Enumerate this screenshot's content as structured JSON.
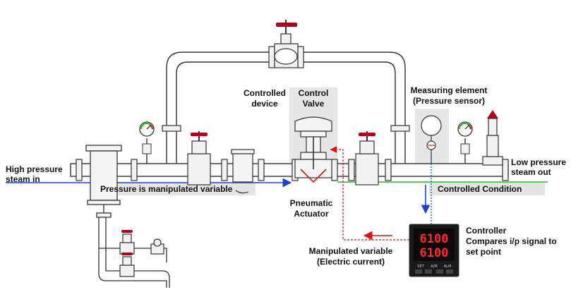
{
  "labels": {
    "high_pressure_in": [
      "High pressure",
      "steam in"
    ],
    "low_pressure_out": [
      "Low pressure",
      "steam out"
    ],
    "controlled_device": [
      "Controlled",
      "device"
    ],
    "control_valve": [
      "Control",
      "Valve"
    ],
    "measuring_element": [
      "Measuring element",
      "(Pressure sensor)"
    ],
    "pressure_manipulated": "Pressure is manipulated variable",
    "controlled_condition": "Controlled Condition",
    "pneumatic_actuator": [
      "Pneumatic",
      "Actuator"
    ],
    "manipulated_variable": [
      "Manipulated variable",
      "(Electric current)"
    ],
    "controller": [
      "Controller",
      "Compares i/p signal to",
      "set point"
    ]
  },
  "controller_display": {
    "pv": "6100",
    "sp": "6100",
    "keys": [
      "SET",
      "A/M",
      "ALM"
    ]
  },
  "colors": {
    "steam_in_line": "#1d3fd8",
    "controlled_line": "#22c022",
    "signal_line": "#e01010",
    "sensor_line": "#1d3fd8",
    "valve_handwheel": "#b0001a",
    "label_band": "#e4e4e4"
  }
}
